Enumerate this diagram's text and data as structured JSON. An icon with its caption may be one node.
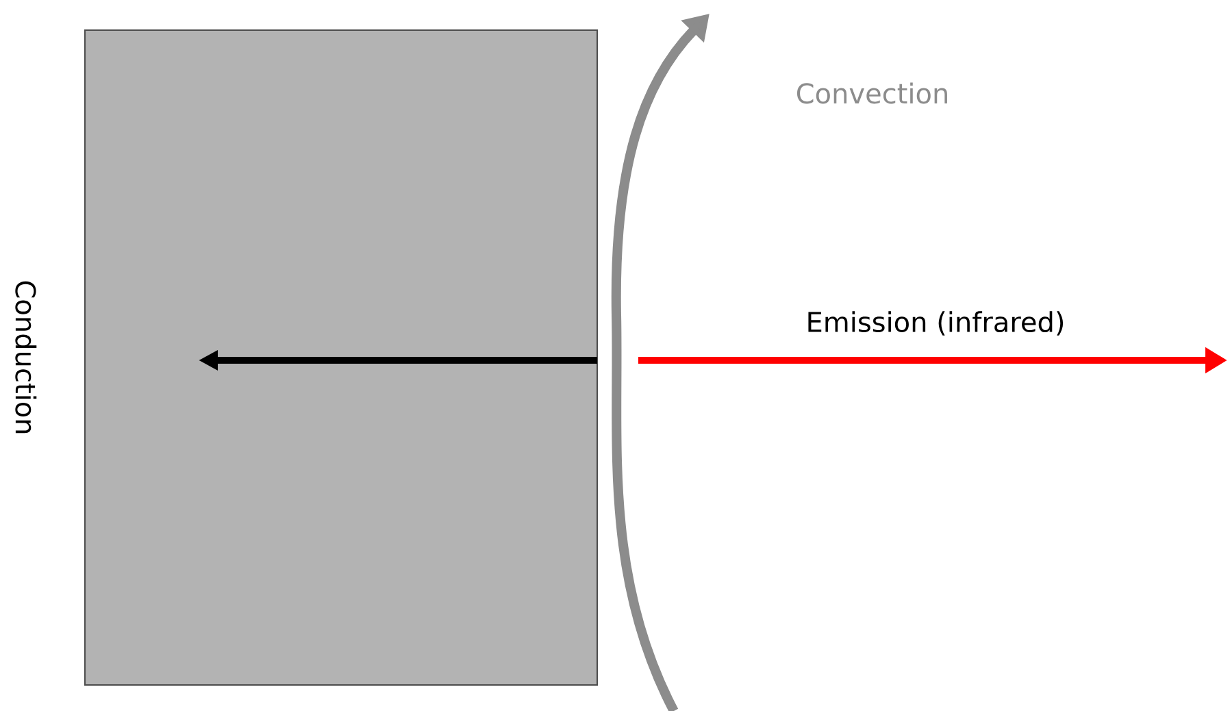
{
  "diagram": {
    "nodes": [
      {
        "text": [],
        "shape": "box",
        "beside": [
          "Conduction"
        ]
      }
    ],
    "labels": [
      "Convection",
      "Emission (infrared)"
    ]
  }
}
